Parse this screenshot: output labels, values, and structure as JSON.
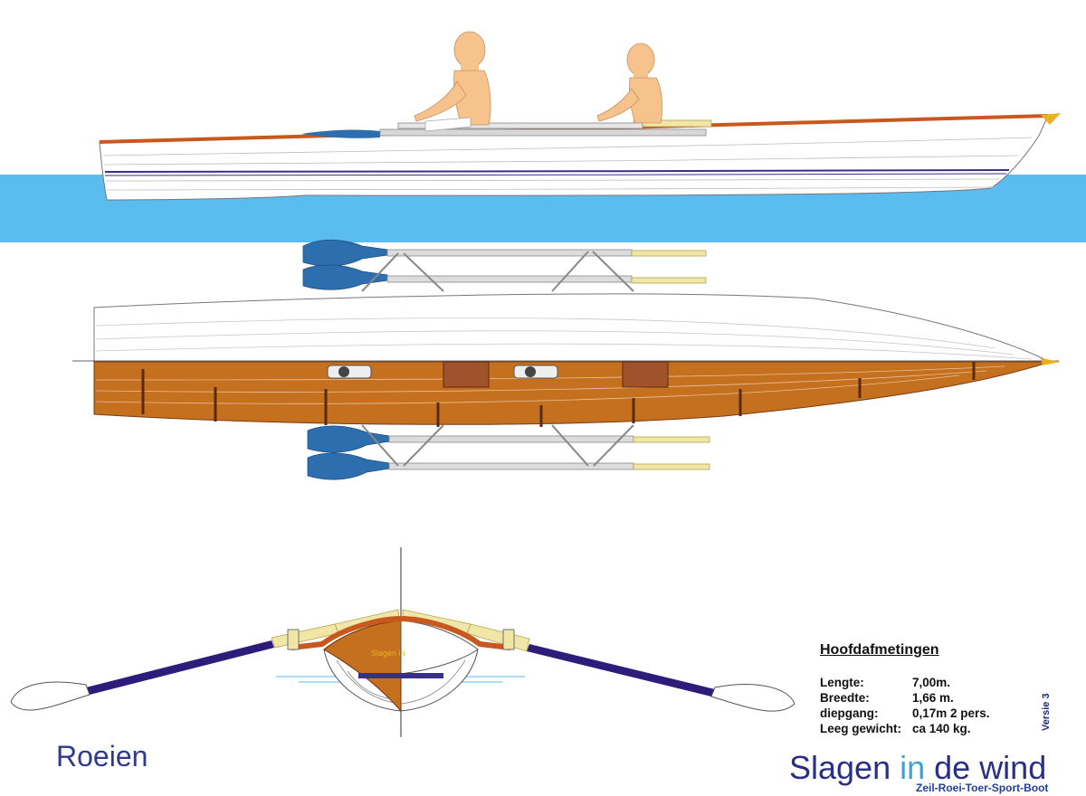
{
  "specs": {
    "title": "Hoofdafmetingen",
    "rows": [
      {
        "label": "Lengte:",
        "value": "7,00m."
      },
      {
        "label": "Breedte:",
        "value": "1,66 m."
      },
      {
        "label": "diepgang:",
        "value": "0,17m 2 pers."
      },
      {
        "label": "Leeg gewicht:",
        "value": "ca 140 kg."
      }
    ]
  },
  "version": "Versie 3",
  "caption": "Roeien",
  "brand": {
    "part1": "Slagen ",
    "part2": "in",
    "part3": " de wind"
  },
  "tagline": "Zeil-Roei-Toer-Sport-Boot",
  "hull_name": "Slagen in",
  "colors": {
    "water": "#5bbcef",
    "hull_white": "#ffffff",
    "interior_wood": "#c4701e",
    "gunwale": "#c8581e",
    "blade_blue": "#2d6fae",
    "oar_shaft": "#2e1c7a",
    "handle": "#f0e6a8",
    "stripe": "#3a2f86",
    "rower_skin": "#f6c38c"
  }
}
